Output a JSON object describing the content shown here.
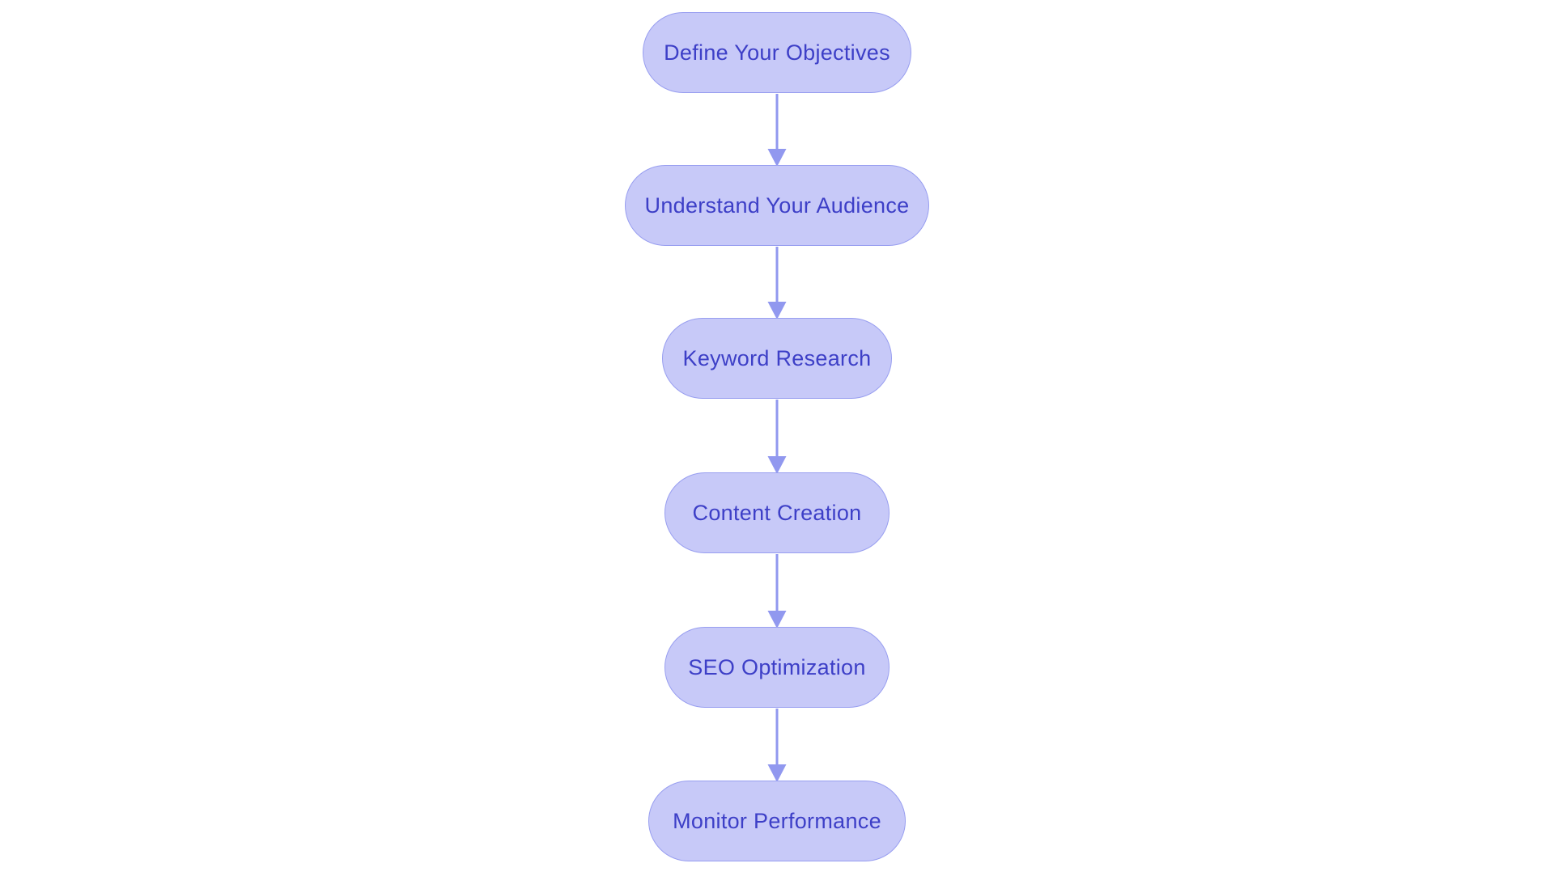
{
  "page": {
    "background": "#ffffff"
  },
  "flowchart": {
    "type": "flowchart",
    "direction": "top-down",
    "page_background": "#ffffff",
    "node_fill": "#c7c9f8",
    "node_border": "#989ef0",
    "node_text_color": "#3d3fc7",
    "arrow_color": "#9198ef",
    "nodes": [
      {
        "id": "define-objectives",
        "label": "Define Your Objectives"
      },
      {
        "id": "understand-audience",
        "label": "Understand Your Audience"
      },
      {
        "id": "keyword-research",
        "label": "Keyword Research"
      },
      {
        "id": "content-creation",
        "label": "Content Creation"
      },
      {
        "id": "seo-optimization",
        "label": "SEO Optimization"
      },
      {
        "id": "monitor-performance",
        "label": "Monitor Performance"
      }
    ],
    "edges": [
      {
        "from": "define-objectives",
        "to": "understand-audience"
      },
      {
        "from": "understand-audience",
        "to": "keyword-research"
      },
      {
        "from": "keyword-research",
        "to": "content-creation"
      },
      {
        "from": "content-creation",
        "to": "seo-optimization"
      },
      {
        "from": "seo-optimization",
        "to": "monitor-performance"
      }
    ]
  }
}
